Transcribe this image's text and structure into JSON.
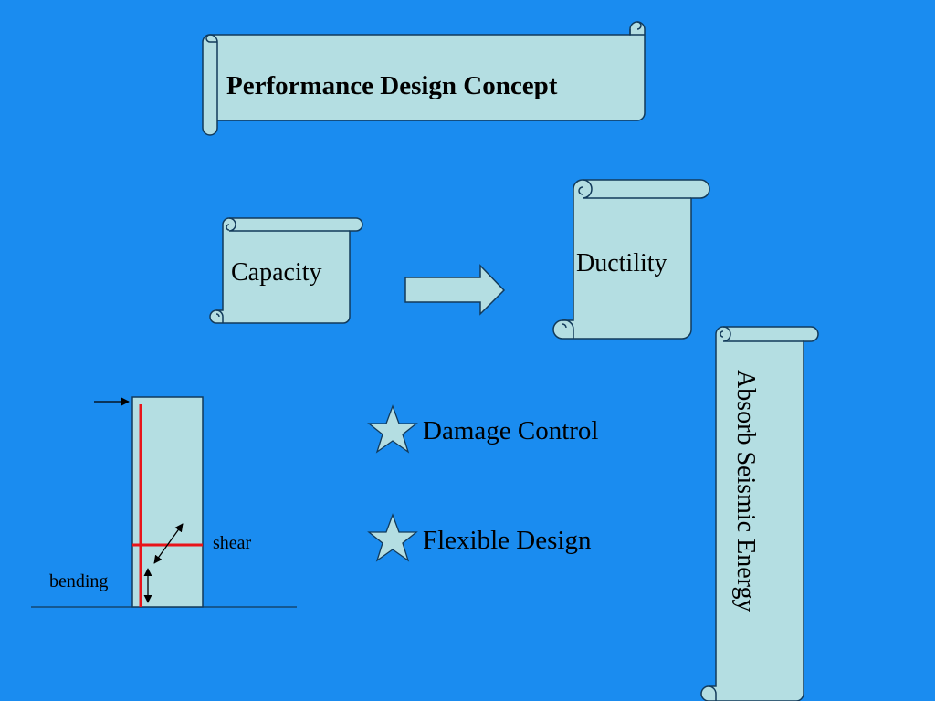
{
  "colors": {
    "background": "#1a8cf0",
    "scroll_fill": "#b4dee2",
    "outline": "#123a5a",
    "moment_line": "#e8141a"
  },
  "title": "Performance Design Concept",
  "concepts": {
    "capacity": "Capacity",
    "ductility": "Ductility",
    "energy": "Absorb Seismic Energy"
  },
  "bullets": [
    {
      "icon": "star-icon",
      "text": "Damage Control"
    },
    {
      "icon": "star-icon",
      "text": "Flexible Design"
    }
  ],
  "column_diagram": {
    "shear_label": "shear",
    "bending_label": "bending"
  }
}
